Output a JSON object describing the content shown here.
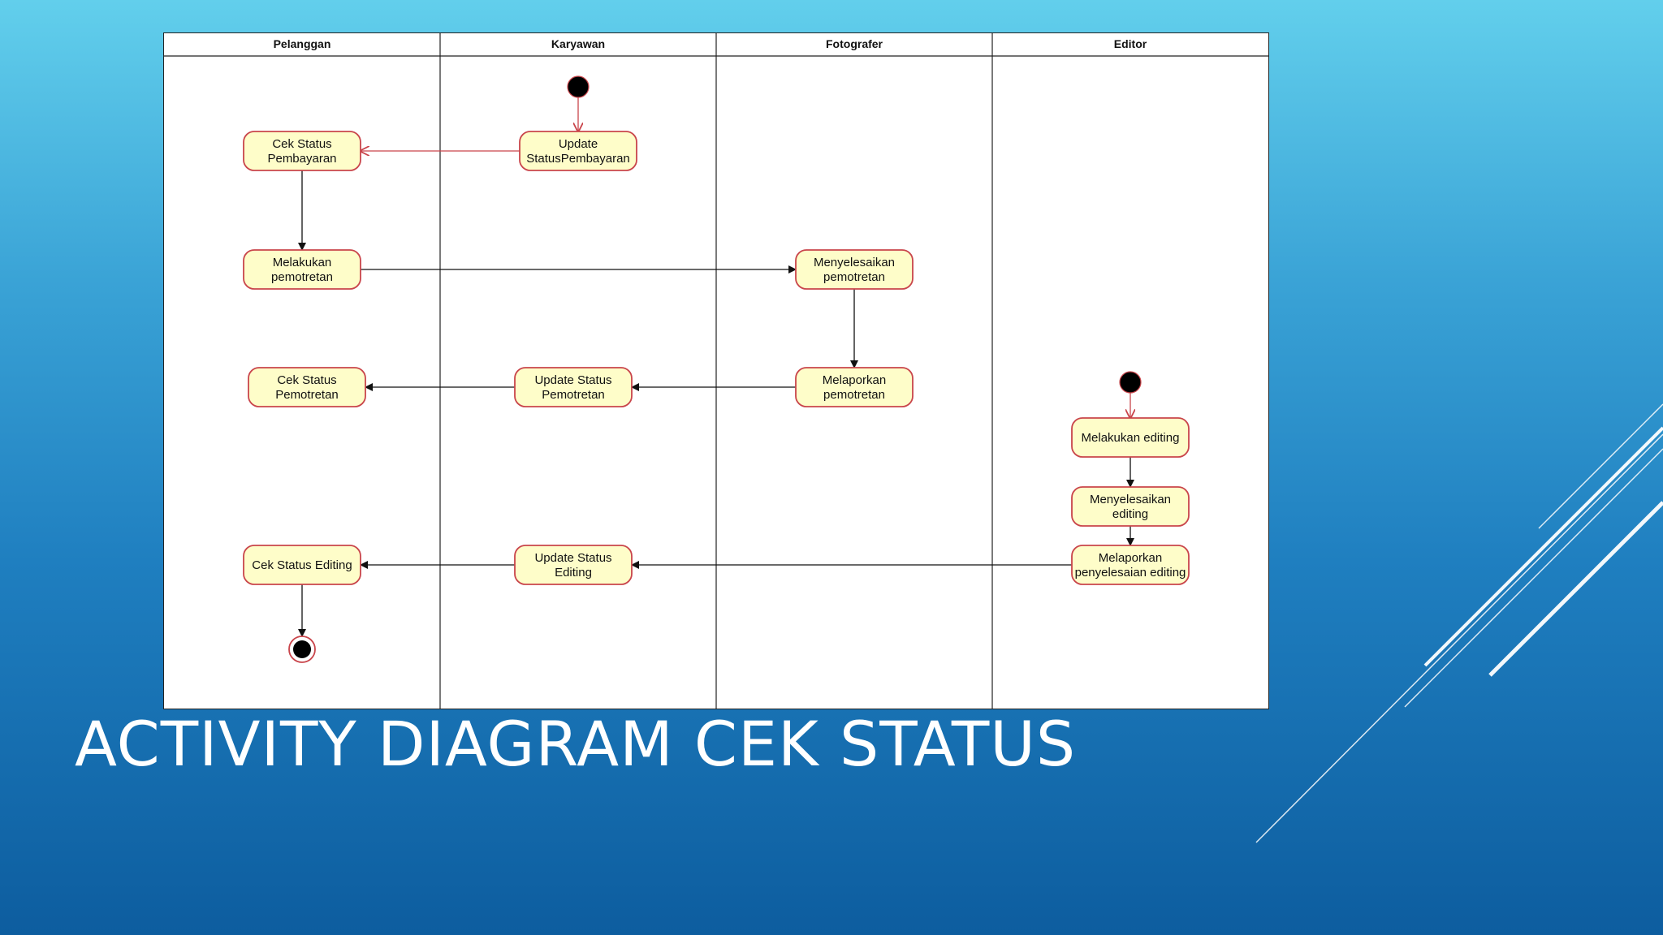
{
  "slide": {
    "title": "ACTIVITY DIAGRAM CEK STATUS"
  },
  "diagram": {
    "lanes": [
      {
        "id": "pelanggan",
        "label": "Pelanggan"
      },
      {
        "id": "karyawan",
        "label": "Karyawan"
      },
      {
        "id": "fotografer",
        "label": "Fotografer"
      },
      {
        "id": "editor",
        "label": "Editor"
      }
    ],
    "nodes": [
      {
        "id": "start1",
        "kind": "initial",
        "lane": "karyawan"
      },
      {
        "id": "update-status-pembayaran",
        "kind": "action",
        "lane": "karyawan",
        "lines": [
          "Update",
          "StatusPembayaran"
        ]
      },
      {
        "id": "cek-status-pembayaran",
        "kind": "action",
        "lane": "pelanggan",
        "lines": [
          "Cek Status",
          "Pembayaran"
        ]
      },
      {
        "id": "melakukan-pemotretan",
        "kind": "action",
        "lane": "pelanggan",
        "lines": [
          "Melakukan",
          "pemotretan"
        ]
      },
      {
        "id": "menyelesaikan-pemotretan",
        "kind": "action",
        "lane": "fotografer",
        "lines": [
          "Menyelesaikan",
          "pemotretan"
        ]
      },
      {
        "id": "melaporkan-pemotretan",
        "kind": "action",
        "lane": "fotografer",
        "lines": [
          "Melaporkan",
          "pemotretan"
        ]
      },
      {
        "id": "update-status-pemotretan",
        "kind": "action",
        "lane": "karyawan",
        "lines": [
          "Update Status",
          "Pemotretan"
        ]
      },
      {
        "id": "cek-status-pemotretan",
        "kind": "action",
        "lane": "pelanggan",
        "lines": [
          "Cek Status",
          "Pemotretan"
        ]
      },
      {
        "id": "start2",
        "kind": "initial",
        "lane": "editor"
      },
      {
        "id": "melakukan-editing",
        "kind": "action",
        "lane": "editor",
        "lines": [
          "Melakukan editing"
        ]
      },
      {
        "id": "menyelesaikan-editing",
        "kind": "action",
        "lane": "editor",
        "lines": [
          "Menyelesaikan",
          "editing"
        ]
      },
      {
        "id": "melaporkan-penyelesaian-editing",
        "kind": "action",
        "lane": "editor",
        "lines": [
          "Melaporkan",
          "penyelesaian editing"
        ]
      },
      {
        "id": "update-status-editing",
        "kind": "action",
        "lane": "karyawan",
        "lines": [
          "Update Status",
          "Editing"
        ]
      },
      {
        "id": "cek-status-editing",
        "kind": "action",
        "lane": "pelanggan",
        "lines": [
          "Cek Status Editing"
        ]
      },
      {
        "id": "end1",
        "kind": "final",
        "lane": "pelanggan"
      }
    ],
    "edges": [
      {
        "from": "start1",
        "to": "update-status-pembayaran",
        "style": "red"
      },
      {
        "from": "update-status-pembayaran",
        "to": "cek-status-pembayaran",
        "style": "red"
      },
      {
        "from": "cek-status-pembayaran",
        "to": "melakukan-pemotretan",
        "style": "black"
      },
      {
        "from": "melakukan-pemotretan",
        "to": "menyelesaikan-pemotretan",
        "style": "black"
      },
      {
        "from": "menyelesaikan-pemotretan",
        "to": "melaporkan-pemotretan",
        "style": "black"
      },
      {
        "from": "melaporkan-pemotretan",
        "to": "update-status-pemotretan",
        "style": "black"
      },
      {
        "from": "update-status-pemotretan",
        "to": "cek-status-pemotretan",
        "style": "black"
      },
      {
        "from": "start2",
        "to": "melakukan-editing",
        "style": "red"
      },
      {
        "from": "melakukan-editing",
        "to": "menyelesaikan-editing",
        "style": "black"
      },
      {
        "from": "menyelesaikan-editing",
        "to": "melaporkan-penyelesaian-editing",
        "style": "black"
      },
      {
        "from": "melaporkan-penyelesaian-editing",
        "to": "update-status-editing",
        "style": "black"
      },
      {
        "from": "update-status-editing",
        "to": "cek-status-editing",
        "style": "black"
      },
      {
        "from": "cek-status-editing",
        "to": "end1",
        "style": "black"
      }
    ],
    "colors": {
      "node_fill": "#fefdc9",
      "node_stroke": "#c9454b",
      "edge_black": "#111111",
      "edge_red": "#c9454b",
      "initial_fill": "#000000"
    }
  }
}
